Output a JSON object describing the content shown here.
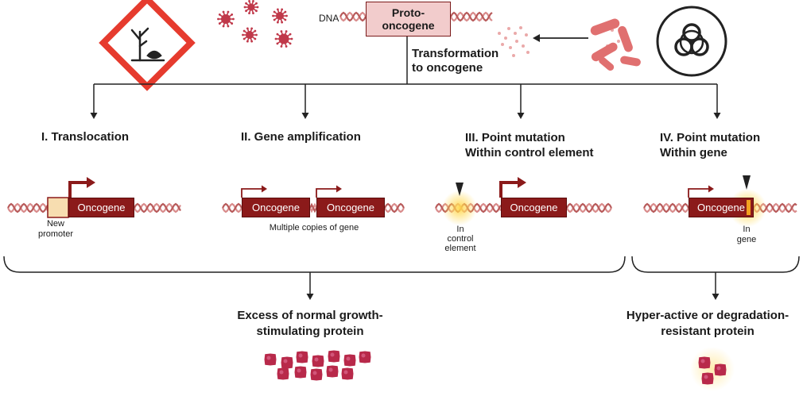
{
  "top": {
    "dna_label": "DNA",
    "proto_line1": "Proto-",
    "proto_line2": "oncogene",
    "transform_line1": "Transformation",
    "transform_line2": "to oncogene"
  },
  "mechanisms": [
    {
      "title_line1": "I.  Translocation",
      "title_line2": "",
      "gene_label": "Oncogene",
      "note_line1": "New",
      "note_line2": "promoter",
      "note_line3": ""
    },
    {
      "title_line1": "II.  Gene amplification",
      "title_line2": "",
      "gene_label": "Oncogene",
      "gene_label_2": "Oncogene",
      "note_line1": "Multiple copies of gene",
      "note_line2": "",
      "note_line3": ""
    },
    {
      "title_line1": "III.  Point mutation",
      "title_line2": "Within control element",
      "gene_label": "Oncogene",
      "note_line1": "In",
      "note_line2": "control",
      "note_line3": "element"
    },
    {
      "title_line1": "IV.  Point mutation",
      "title_line2": "Within gene",
      "gene_label": "Oncogene",
      "note_line1": "In",
      "note_line2": "gene",
      "note_line3": ""
    }
  ],
  "outcomes": [
    {
      "line1": "Excess of normal growth-",
      "line2": "stimulating protein",
      "protein_count": 12
    },
    {
      "line1": "Hyper-active or degradation-",
      "line2": "resistant protein",
      "protein_count": 3
    }
  ],
  "icons": [
    "environmental-hazard-icon",
    "virus-icon",
    "bacteria-icon",
    "biohazard-icon",
    "protein-icon"
  ],
  "colors": {
    "dark_red": "#8b1a1a",
    "pink_box": "#f2cccc",
    "dna_strand": "#d98b8b",
    "virus": "#c0394a",
    "hazard_red": "#e63b2e",
    "promoter": "#f7ddb0",
    "mutation_glow": "#ffd84d",
    "protein": "#b8294a"
  }
}
